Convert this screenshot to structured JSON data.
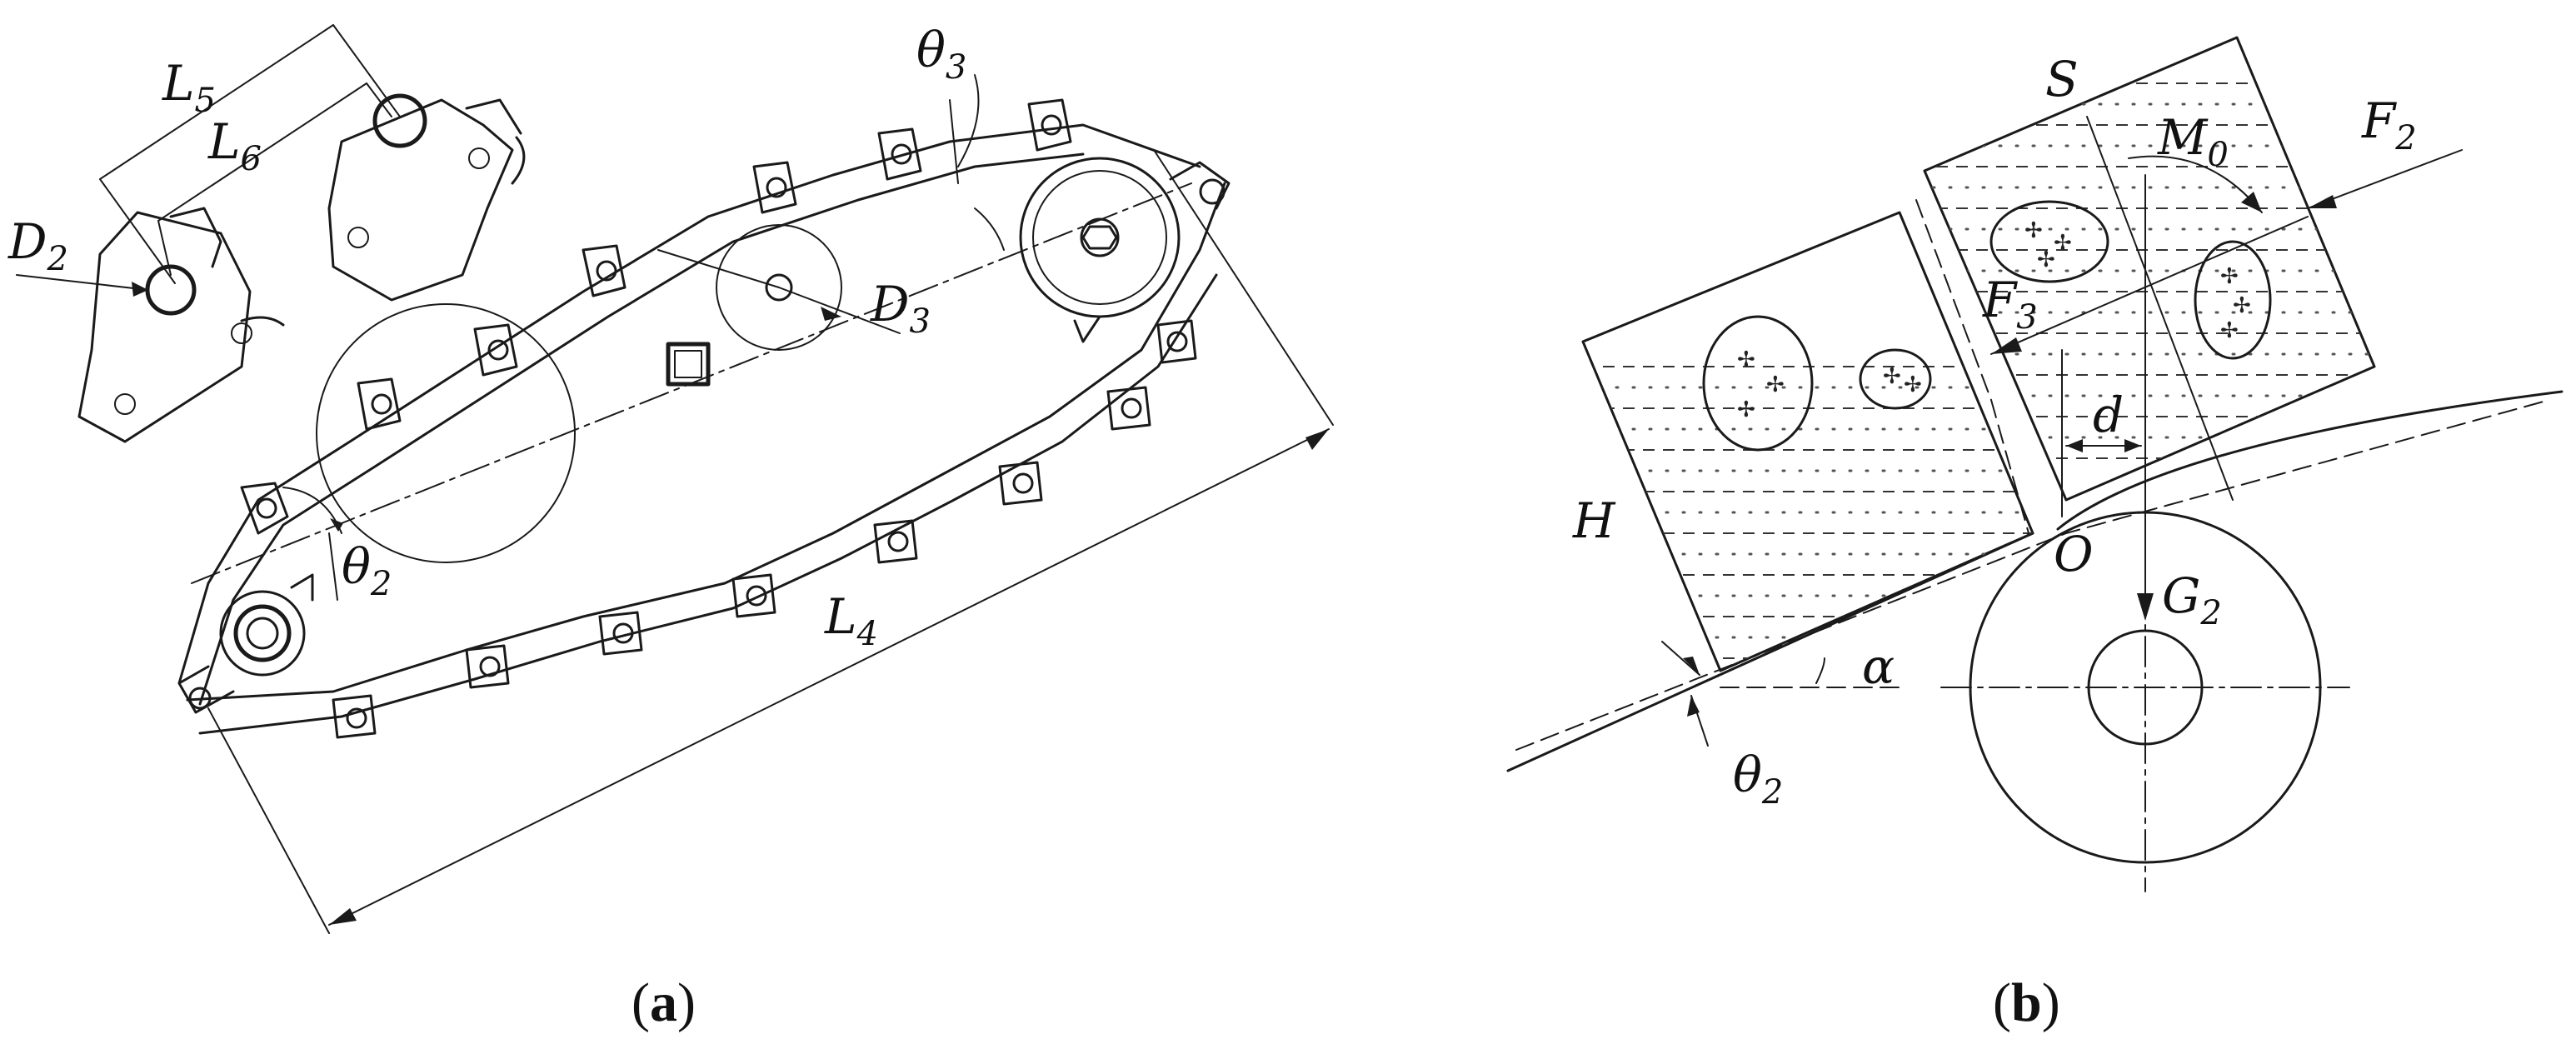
{
  "panel_a": {
    "caption_open": "(",
    "caption_letter": "a",
    "caption_close": ")",
    "labels": {
      "L5_main": "L",
      "L5_sub": "5",
      "L6_main": "L",
      "L6_sub": "6",
      "D2_main": "D",
      "D2_sub": "2",
      "D3_main": "D",
      "D3_sub": "3",
      "theta3_main": "θ",
      "theta3_sub": "3",
      "theta2_main": "θ",
      "theta2_sub": "2",
      "L4_main": "L",
      "L4_sub": "4"
    }
  },
  "panel_b": {
    "caption_open": "(",
    "caption_letter": "b",
    "caption_close": ")",
    "labels": {
      "S": "S",
      "M0_main": "M",
      "M0_sub": "0",
      "F2_main": "F",
      "F2_sub": "2",
      "F3_main": "F",
      "F3_sub": "3",
      "d": "d",
      "H": "H",
      "O": "O",
      "G2_main": "G",
      "G2_sub": "2",
      "alpha": "α",
      "theta2_main": "θ",
      "theta2_sub": "2"
    }
  },
  "colors": {
    "line": "#1a1a1a",
    "background": "#ffffff"
  }
}
